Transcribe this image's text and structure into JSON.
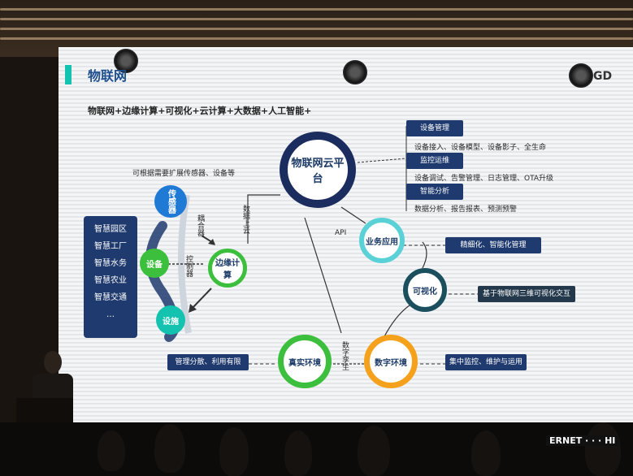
{
  "header": {
    "title": "物联网",
    "logo": "GD"
  },
  "subtitle": "物联网+边缘计算+可视化+云计算+大数据+人工智能+",
  "sensor_note": "可根据需要扩展传感器、设备等",
  "left_panel": {
    "items": [
      "智慧园区",
      "智慧工厂",
      "智慧水务",
      "智慧农业",
      "智慧交通",
      "…"
    ]
  },
  "nodes": {
    "sensor": "传感器",
    "device": "设备",
    "edge": "边缘计算",
    "other": "设施",
    "cloud": "物联网云平台",
    "business": "业务应用",
    "visual": "可视化",
    "digital": "数字环境",
    "real": "真实环境"
  },
  "edge_labels": {
    "coupler": "耦合器",
    "controller": "控制器",
    "upload": "数据上云",
    "api": "API",
    "twin": "数字孪生"
  },
  "cloud_features": {
    "device_mgmt": "设备管理",
    "device_mgmt_desc": "设备接入、设备模型、设备影子、全生命",
    "monitor_ops": "监控运维",
    "monitor_ops_desc": "设备调试、告警管理、日志管理、OTA升级",
    "smart_analysis": "智能分析",
    "smart_analysis_desc": "数据分析、报告报表、预测预警"
  },
  "callouts": {
    "business": "精细化、智能化管理",
    "visual": "基于物联网三维可视化交互",
    "digital": "集中监控、维护与运用",
    "real": "管理分散、利用有限"
  },
  "footer": "ERNET · · · HI",
  "colors": {
    "navy": "#1f3a6e",
    "green": "#3cbf3c",
    "teal": "#13c3b0",
    "orange": "#f5a11b",
    "blue": "#1f7ad6",
    "cyan": "#5ad1d6"
  }
}
